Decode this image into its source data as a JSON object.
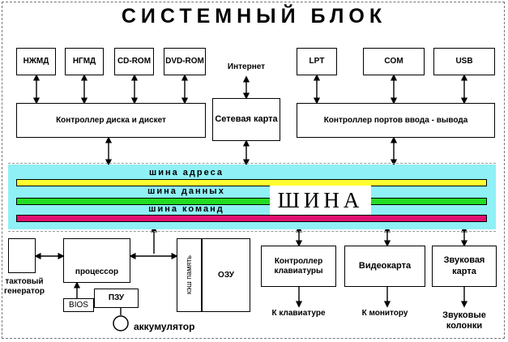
{
  "title": "СИСТЕМНЫЙ БЛОК",
  "drives": [
    "НЖМД",
    "НГМД",
    "CD-ROM",
    "DVD-ROM"
  ],
  "internet": "Интернет",
  "ports": [
    "LPT",
    "COM",
    "USB"
  ],
  "disk_controller": "Контроллер диска и дискет",
  "network_card": "Сетевая карта",
  "port_controller": "Контроллер портов ввода - вывода",
  "bus": {
    "address": "шина адреса",
    "data": "шина данных",
    "command": "шина команд",
    "main": "ШИНА"
  },
  "clock_generator": "тактовый генератор",
  "processor": "процессор",
  "bios": "BIOS",
  "rom": "ПЗУ",
  "battery": "аккумулятор",
  "cache": "кэш память",
  "ram": "ОЗУ",
  "keyboard_controller": "Контроллер клавиатуры",
  "to_keyboard": "К клавиатуре",
  "video_card": "Видеокарта",
  "to_monitor": "К монитору",
  "sound_card": "Звуковая карта",
  "speakers": "Звуковые колонки",
  "colors": {
    "bus_background": "#8ff0f5",
    "address_bus": "#ffff30",
    "data_bus": "#22dd22",
    "command_bus": "#e0116f"
  }
}
